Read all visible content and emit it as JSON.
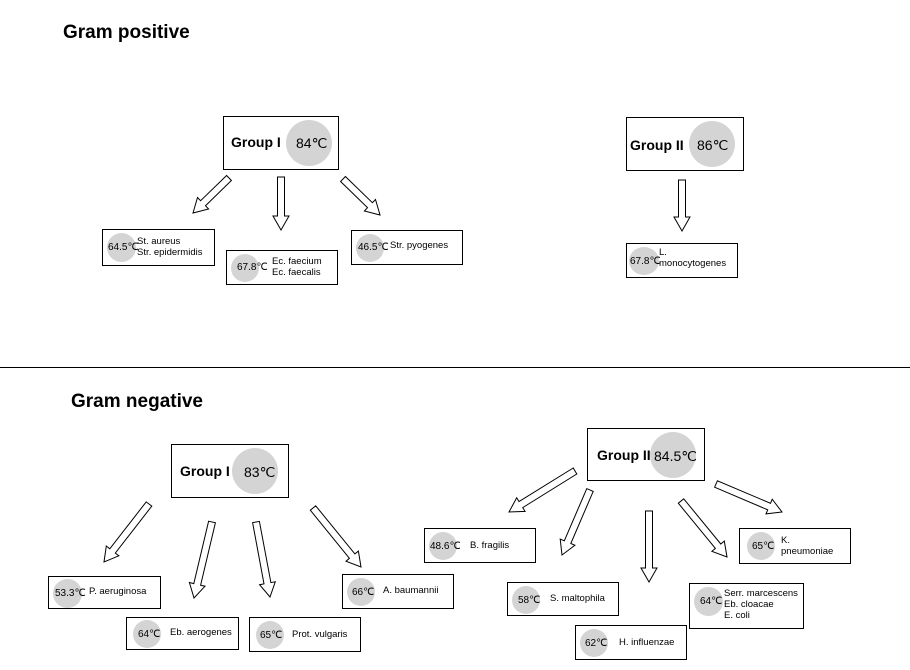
{
  "gram_positive": {
    "title": "Gram positive",
    "group1": {
      "label": "Group I",
      "temp": "84℃",
      "species": [
        {
          "temp": "64.5℃",
          "names": "St. aureus\nStr. epidermidis"
        },
        {
          "temp": "67.8℃",
          "names": "Ec. faecium\nEc. faecalis"
        },
        {
          "temp": "46.5℃",
          "names": "Str. pyogenes"
        }
      ]
    },
    "group2": {
      "label": "Group II",
      "temp": "86℃",
      "species": [
        {
          "temp": "67.8℃",
          "names": "L.\nmonocytogenes"
        }
      ]
    }
  },
  "gram_negative": {
    "title": "Gram negative",
    "group1": {
      "label": "Group I",
      "temp": "83℃",
      "species": [
        {
          "temp": "53.3℃",
          "names": "P. aeruginosa"
        },
        {
          "temp": "64℃",
          "names": "Eb. aerogenes"
        },
        {
          "temp": "65℃",
          "names": "Prot. vulgaris"
        },
        {
          "temp": "66℃",
          "names": "A. baumannii"
        }
      ]
    },
    "group2": {
      "label": "Group II",
      "temp": "84.5℃",
      "species": [
        {
          "temp": "48.6℃",
          "names": "B. fragilis"
        },
        {
          "temp": "58℃",
          "names": "S. maltophila"
        },
        {
          "temp": "62℃",
          "names": "H. influenzae"
        },
        {
          "temp": "64℃",
          "names": "Serr. marcescens\nEb. cloacae\nE. coli"
        },
        {
          "temp": "65℃",
          "names": "K.\npneumoniae"
        }
      ]
    }
  }
}
